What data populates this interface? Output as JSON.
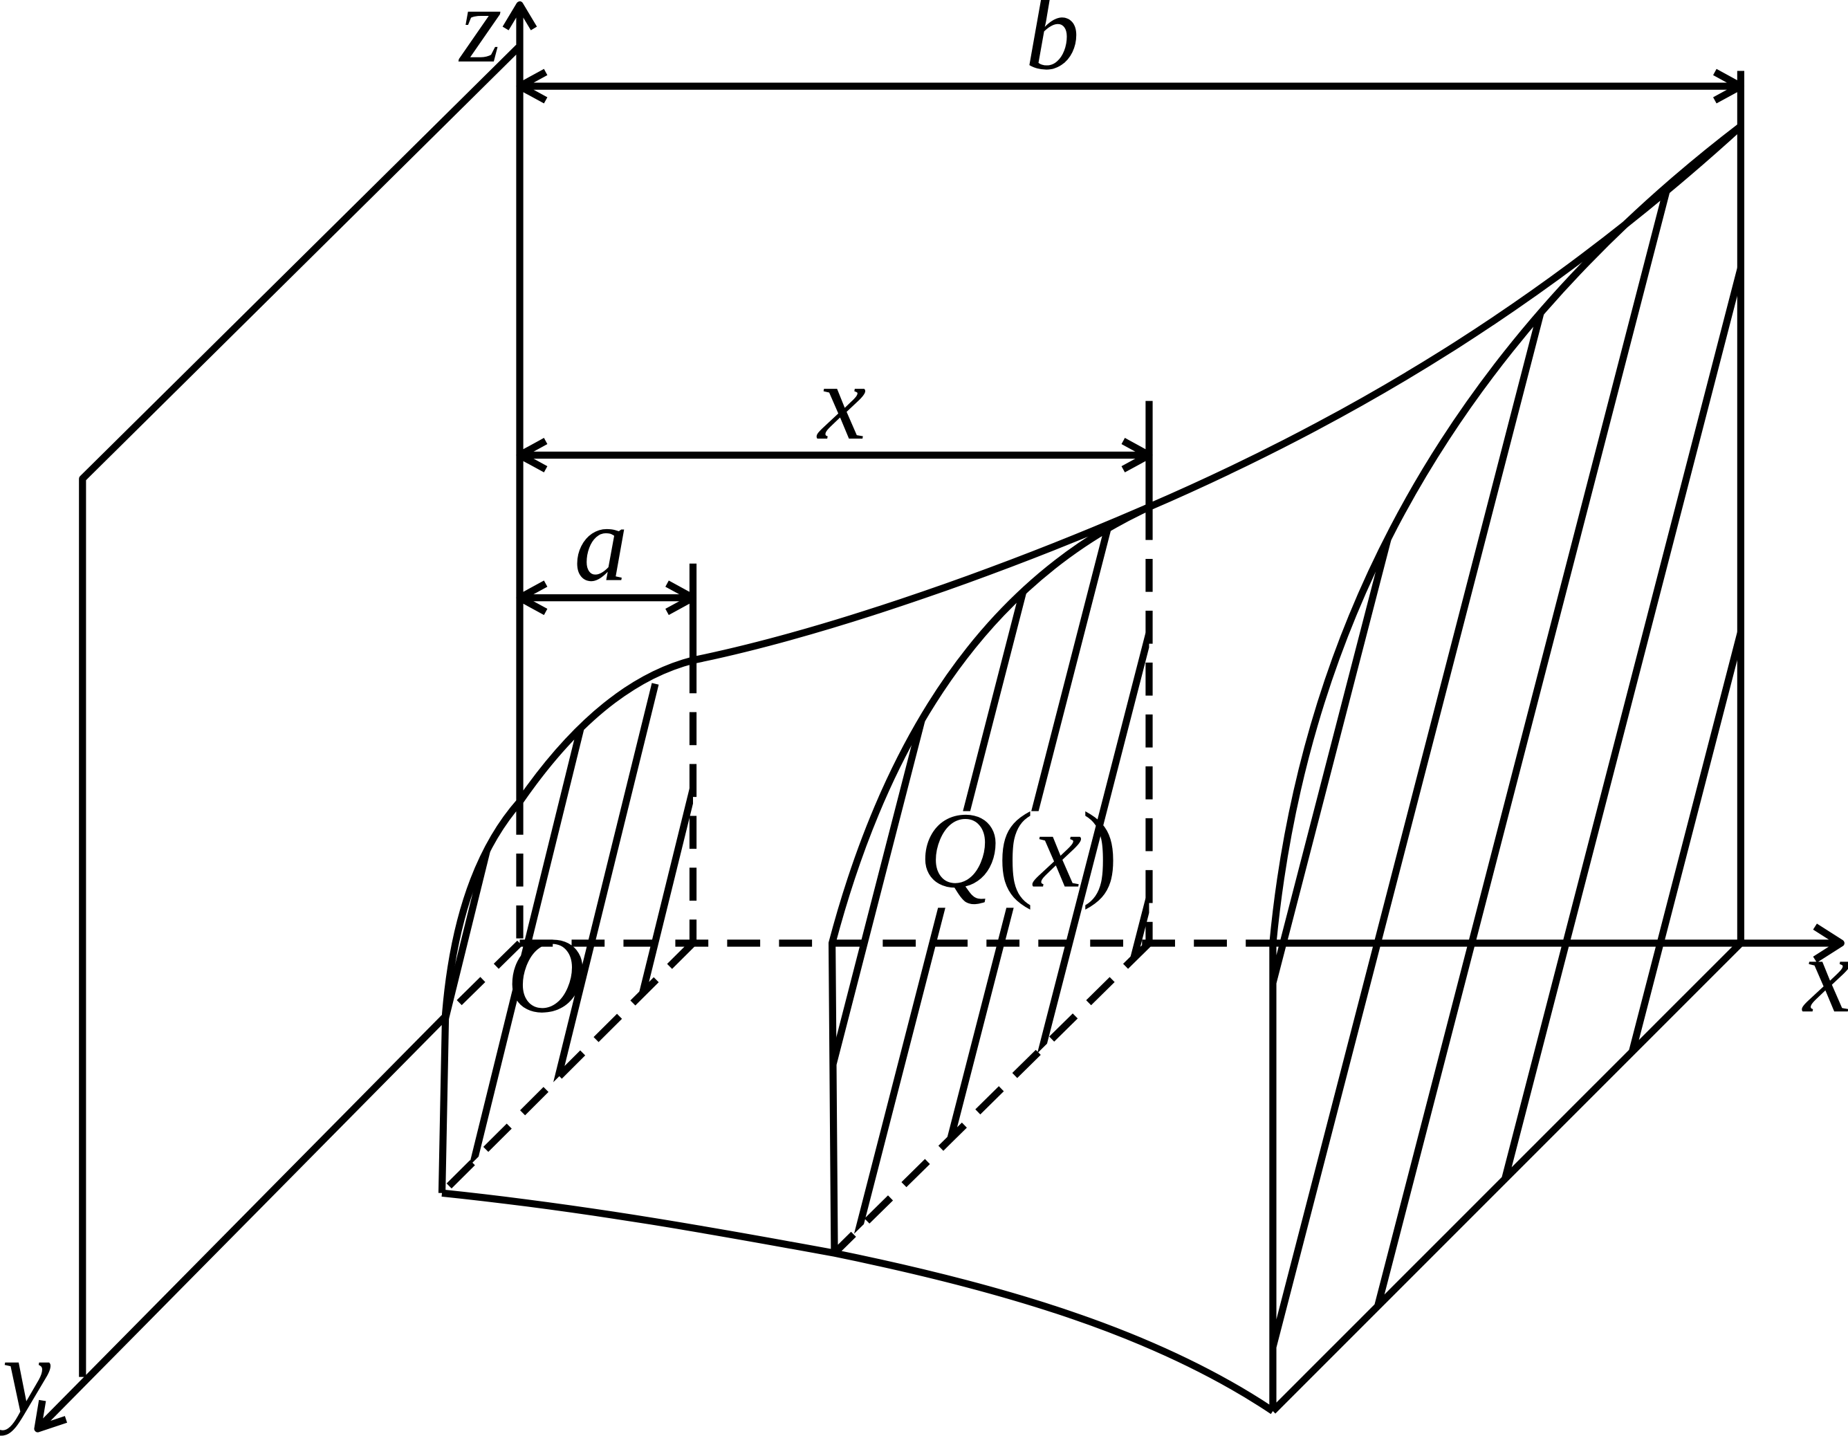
{
  "labels": {
    "z_axis": "z",
    "x_axis": "x",
    "y_axis": "y",
    "origin": "O",
    "dim_a": "a",
    "dim_x": "x",
    "dim_b": "b",
    "section_Q": "Q",
    "section_open": "(",
    "section_var": "x",
    "section_close": ")"
  },
  "colors": {
    "ink": "#000000",
    "background": "#ffffff"
  }
}
